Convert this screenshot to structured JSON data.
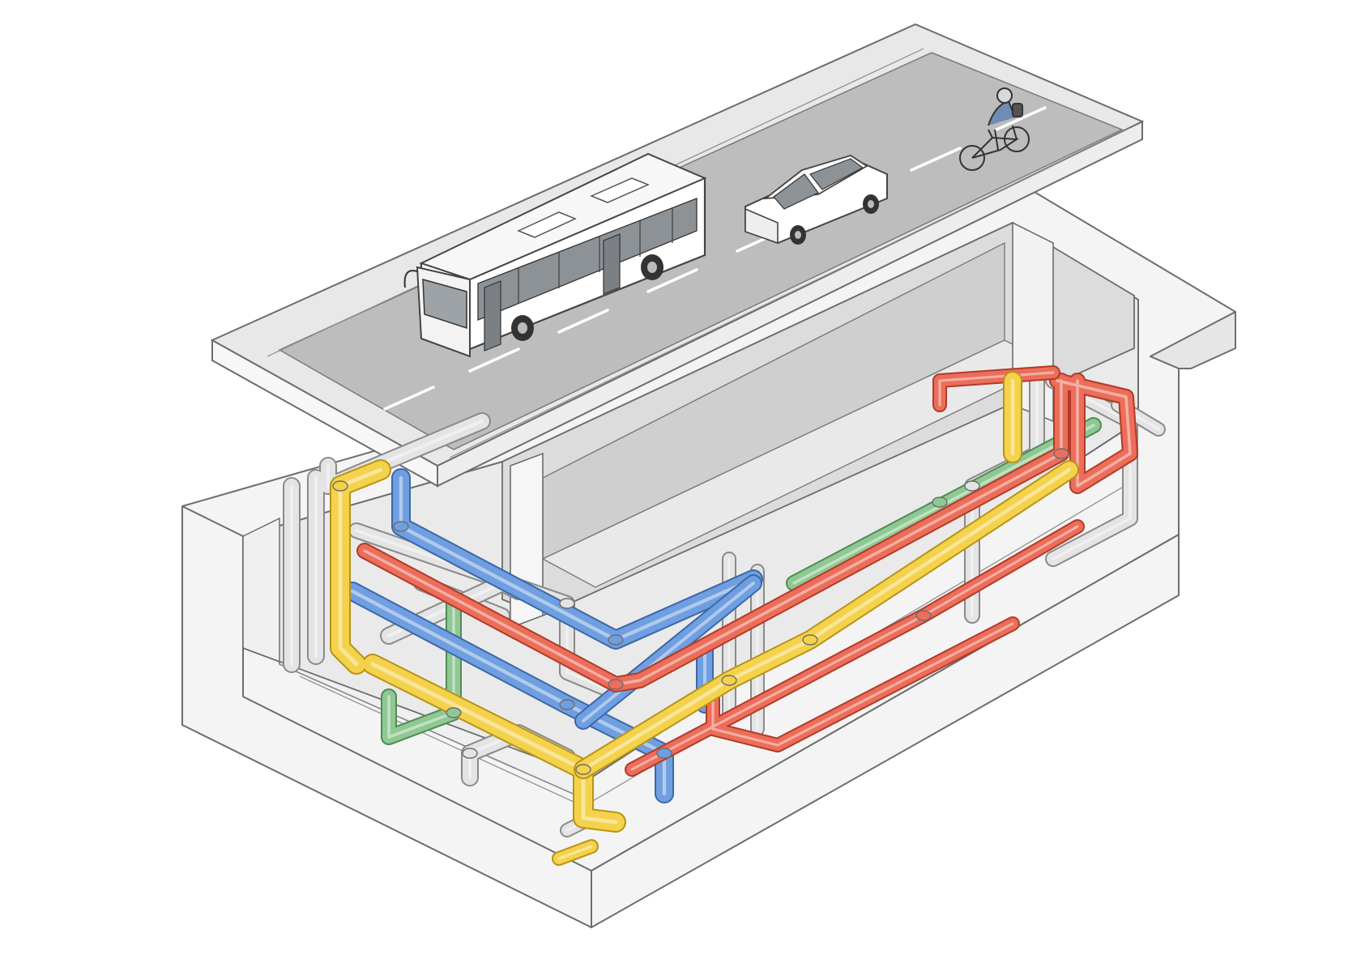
{
  "colors": {
    "road": "#bdbdbd",
    "road_edge": "#e8e8e8",
    "lane_marking": "#ffffff",
    "concrete": "#f4f4f4",
    "concrete_shade": "#e6e6e6",
    "vault_interior": "#dcdcdc",
    "outline": "#6d6d6d"
  },
  "icons": {
    "bus": "bus-icon",
    "car": "car-icon",
    "cyclist": "cyclist-icon"
  },
  "utility_lines": [
    {
      "name_key": "yellow",
      "color": "#f4d24b",
      "edge": "#b89416"
    },
    {
      "name_key": "blue",
      "color": "#6f9fe0",
      "edge": "#3b68a8"
    },
    {
      "name_key": "red",
      "color": "#ec6e5a",
      "edge": "#b23a28"
    },
    {
      "name_key": "green",
      "color": "#8fc893",
      "edge": "#4f8b55"
    },
    {
      "name_key": "grey",
      "color": "#e4e4e4",
      "edge": "#8a8a8a"
    }
  ]
}
